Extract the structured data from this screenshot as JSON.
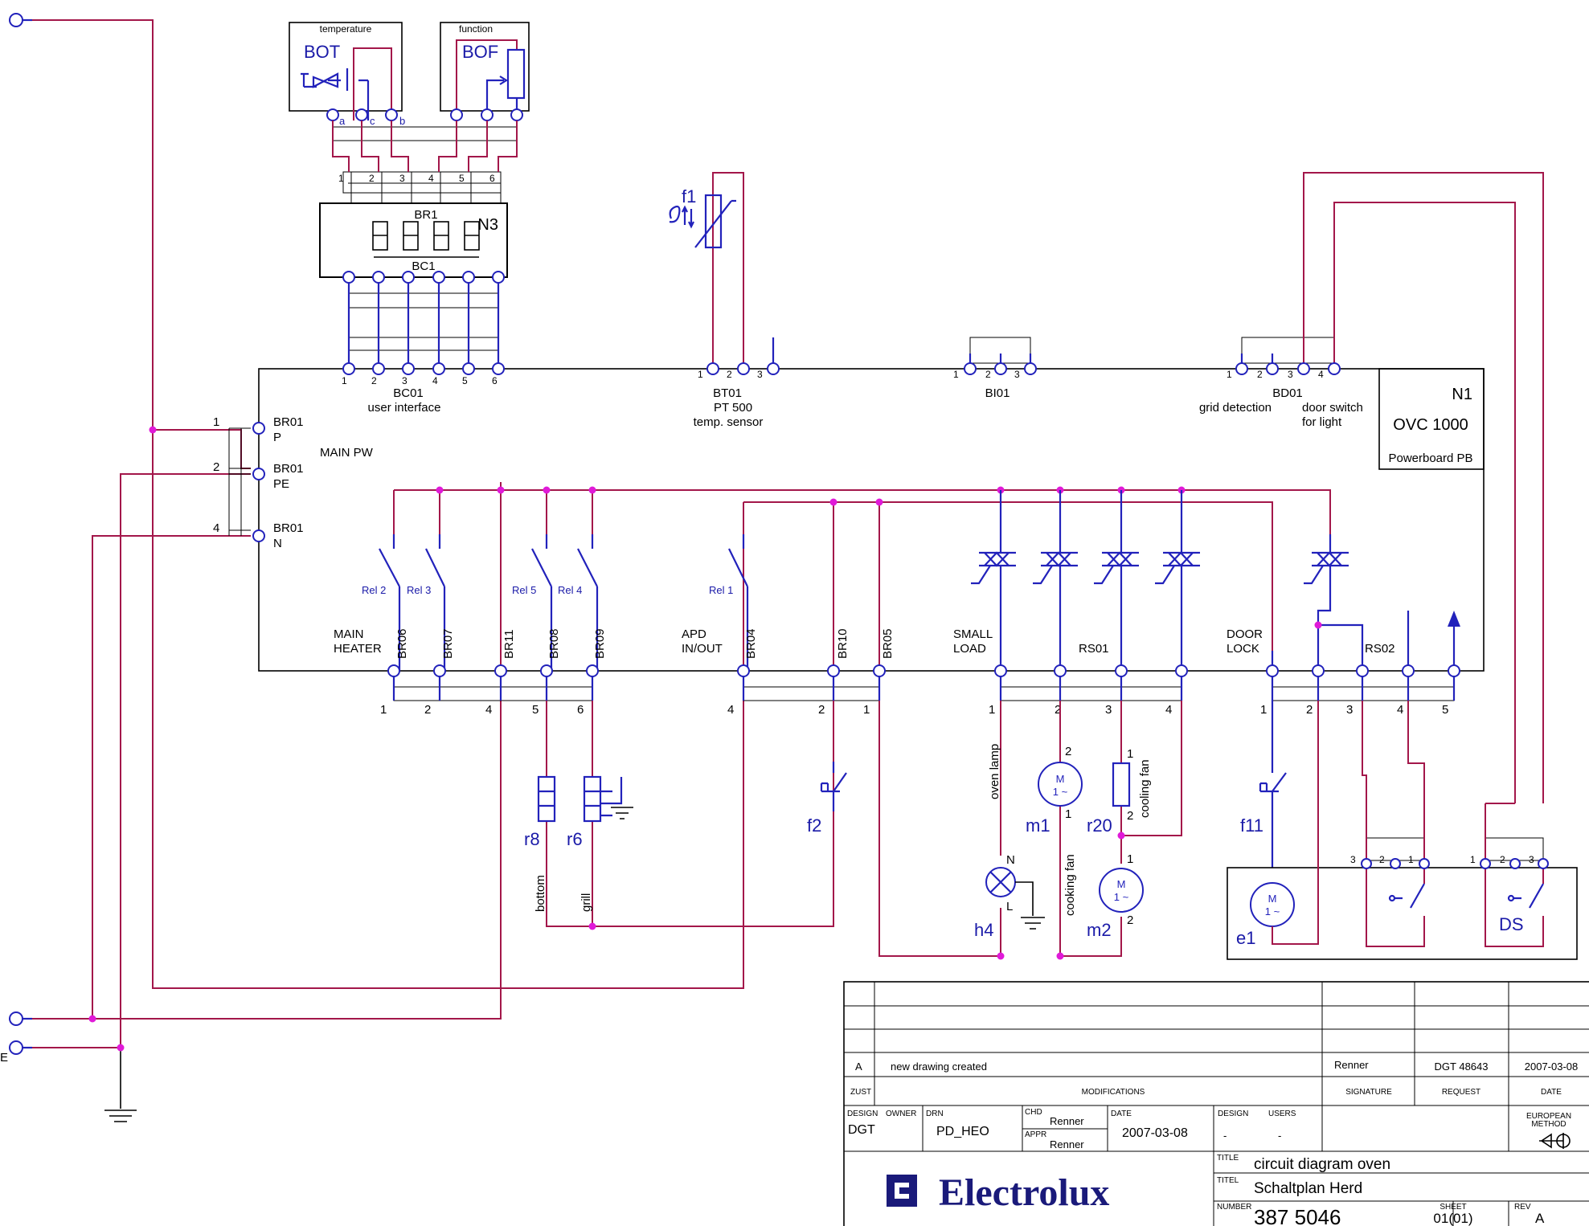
{
  "diagram": {
    "boards": {
      "n3": {
        "id": "N3",
        "display": "BR1",
        "bus": "BC1"
      },
      "n1": {
        "id": "N1",
        "model": "OVC 1000",
        "name": "Powerboard PB",
        "main": "MAIN PW"
      },
      "bot": {
        "caption": "temperature",
        "name": "BOT",
        "pins": [
          "a",
          "c",
          "b"
        ]
      },
      "bof": {
        "caption": "function",
        "name": "BOF"
      }
    },
    "connectors": {
      "bc01": {
        "name": "BC01",
        "desc": "user interface",
        "pins": [
          "1",
          "2",
          "3",
          "4",
          "5",
          "6"
        ]
      },
      "bt01": {
        "name": "BT01",
        "desc1": "PT 500",
        "desc2": "temp. sensor",
        "pins": [
          "1",
          "2",
          "3"
        ]
      },
      "bi01": {
        "name": "BI01",
        "pins": [
          "1",
          "2",
          "3"
        ]
      },
      "bd01": {
        "name": "BD01",
        "desc1": "grid detection",
        "desc2a": "door switch",
        "desc2b": "for light",
        "pins": [
          "1",
          "2",
          "3",
          "4"
        ]
      },
      "n3_top": [
        "1",
        "2",
        "3",
        "4",
        "5",
        "6"
      ],
      "br01": [
        {
          "num": "1",
          "name": "BR01",
          "sig": "P"
        },
        {
          "num": "2",
          "name": "BR01",
          "sig": "PE"
        },
        {
          "num": "4",
          "name": "BR01",
          "sig": "N"
        }
      ]
    },
    "relays": [
      "Rel 2",
      "Rel 3",
      "Rel 5",
      "Rel 4",
      "Rel 1"
    ],
    "groups": {
      "main_heater": [
        "MAIN",
        "HEATER"
      ],
      "apd": [
        "APD",
        "IN/OUT"
      ],
      "small_load": [
        "SMALL",
        "LOAD"
      ],
      "rs01": "RS01",
      "door_lock": [
        "DOOR",
        "LOCK"
      ],
      "rs02": "RS02"
    },
    "outputs": [
      "BR06",
      "BR07",
      "BR11",
      "BR08",
      "BR09",
      "BR04",
      "BR10",
      "BR05"
    ],
    "bottom_pins": {
      "g1": [
        "1",
        "2",
        "4",
        "5",
        "6"
      ],
      "g2": [
        "4",
        "2",
        "1"
      ],
      "g3": [
        "1",
        "2",
        "3",
        "4"
      ],
      "g4": [
        "1",
        "2",
        "3",
        "4",
        "5"
      ]
    },
    "components": {
      "f1": "f1",
      "f2": "f2",
      "f11": "f11",
      "r8": "r8",
      "r6": "r6",
      "r20": "r20",
      "m1": "m1",
      "m2": "m2",
      "h4": "h4",
      "e1": "e1",
      "ds": "DS",
      "bottom": "bottom",
      "grill": "grill",
      "oven_lamp": "oven lamp",
      "cooling_fan": "cooling fan",
      "cooking_fan": "cooking fan",
      "motor_m": "M",
      "motor_ac": "1 ~",
      "lamp_n": "N",
      "lamp_l": "L",
      "m1_p2": "2",
      "m1_p1": "1",
      "r20_p1": "1",
      "r20_p2": "2",
      "m2_p1": "1",
      "m2_p2": "2",
      "sw_pins_a": [
        "3",
        "2",
        "1"
      ],
      "sw_pins_b": [
        "1",
        "2",
        "3"
      ],
      "edge_e": "E"
    }
  },
  "title_block": {
    "rev_row": {
      "code": "A",
      "text": "new drawing created",
      "signature": "Renner",
      "request": "DGT 48643",
      "date": "2007-03-08"
    },
    "headers": {
      "zust": "ZUST",
      "modifications": "MODIFICATIONS",
      "signature": "SIGNATURE",
      "request": "REQUEST",
      "date": "DATE"
    },
    "labels": {
      "design": "DESIGN",
      "owner": "OWNER",
      "drn": "DRN",
      "chd": "CHD",
      "appr": "APPR",
      "date": "DATE",
      "design2": "DESIGN",
      "users": "USERS",
      "method1": "EUROPEAN",
      "method2": "METHOD",
      "title": "TITLE",
      "titel": "TITEL",
      "number": "NUMBER",
      "sheet": "SHEET",
      "rev": "REV"
    },
    "values": {
      "design": "DGT",
      "drn": "PD_HEO",
      "chd": "Renner",
      "appr": "Renner",
      "date": "2007-03-08",
      "design2": "-",
      "users": "-",
      "title": "circuit diagram oven",
      "titel": "Schaltplan Herd",
      "number": "387 5046",
      "sheet": "01(01)",
      "rev": "A"
    },
    "brand": "Electrolux"
  }
}
